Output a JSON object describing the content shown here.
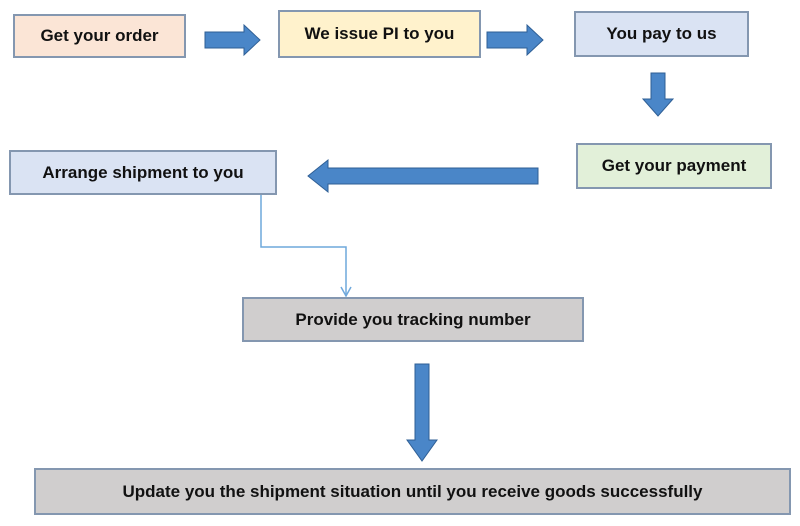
{
  "steps": [
    {
      "id": "get-your-order",
      "label": "Get your order",
      "fill": "#fbe5d6"
    },
    {
      "id": "we-issue-pi",
      "label": "We issue PI to you",
      "fill": "#fff2cc"
    },
    {
      "id": "you-pay-to-us",
      "label": "You pay to us",
      "fill": "#dae3f3"
    },
    {
      "id": "get-your-payment",
      "label": "Get your payment",
      "fill": "#e2f0d9"
    },
    {
      "id": "arrange-shipment",
      "label": "Arrange shipment to you",
      "fill": "#dae3f3"
    },
    {
      "id": "provide-tracking",
      "label": "Provide you tracking number",
      "fill": "#d0cece"
    },
    {
      "id": "update-shipment",
      "label": "Update you the shipment situation until you receive goods successfully",
      "fill": "#d0cece"
    }
  ],
  "colors": {
    "arrow": "#4a86c8",
    "arrow_outline": "#2f5f95",
    "box_border": "#8497b0",
    "connector": "#6fa8dc"
  }
}
